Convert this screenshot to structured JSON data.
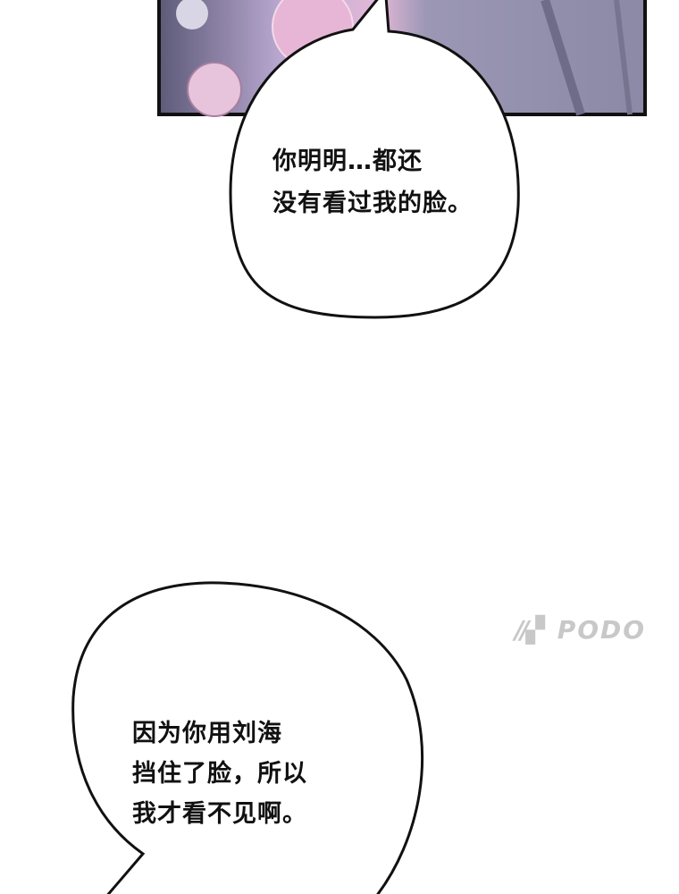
{
  "bubble_1": {
    "lines": [
      "你明明…都还",
      "没有看过我的脸。"
    ]
  },
  "bubble_2": {
    "lines": [
      "因为你用刘海",
      "挡住了脸，所以",
      "我才看不见啊。"
    ]
  },
  "watermark": "PODO",
  "colors": {
    "panel_border": "#111111",
    "panel_bg": "#8e8aa8",
    "flower_pink": "#e6b4d6"
  }
}
